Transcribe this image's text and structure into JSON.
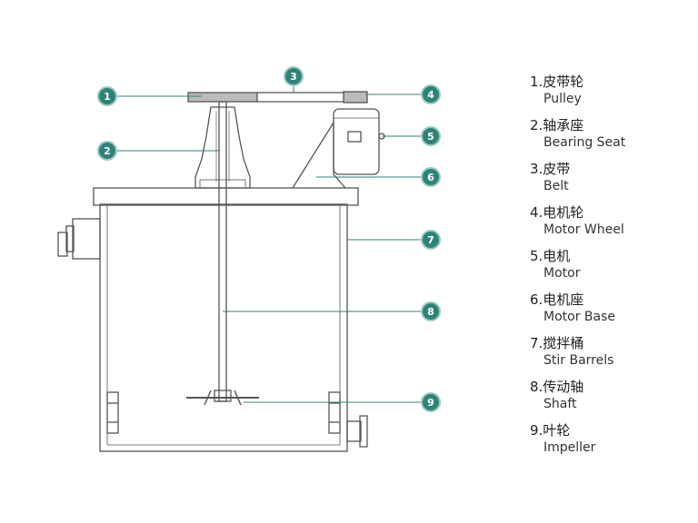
{
  "callout_color": "#2e8378",
  "line_color": "#555555",
  "callouts": [
    "1",
    "2",
    "3",
    "4",
    "5",
    "6",
    "7",
    "8",
    "9"
  ],
  "legend": [
    {
      "cn": "1.皮带轮",
      "en": "Pulley"
    },
    {
      "cn": "2.轴承座",
      "en": "Bearing Seat"
    },
    {
      "cn": "3.皮带",
      "en": "Belt"
    },
    {
      "cn": "4.电机轮",
      "en": "Motor Wheel"
    },
    {
      "cn": "5.电机",
      "en": "Motor"
    },
    {
      "cn": "6.电机座",
      "en": "Motor Base"
    },
    {
      "cn": "7.搅拌桶",
      "en": "Stir Barrels"
    },
    {
      "cn": "8.传动轴",
      "en": "Shaft"
    },
    {
      "cn": "9.叶轮",
      "en": "Impeller"
    }
  ]
}
